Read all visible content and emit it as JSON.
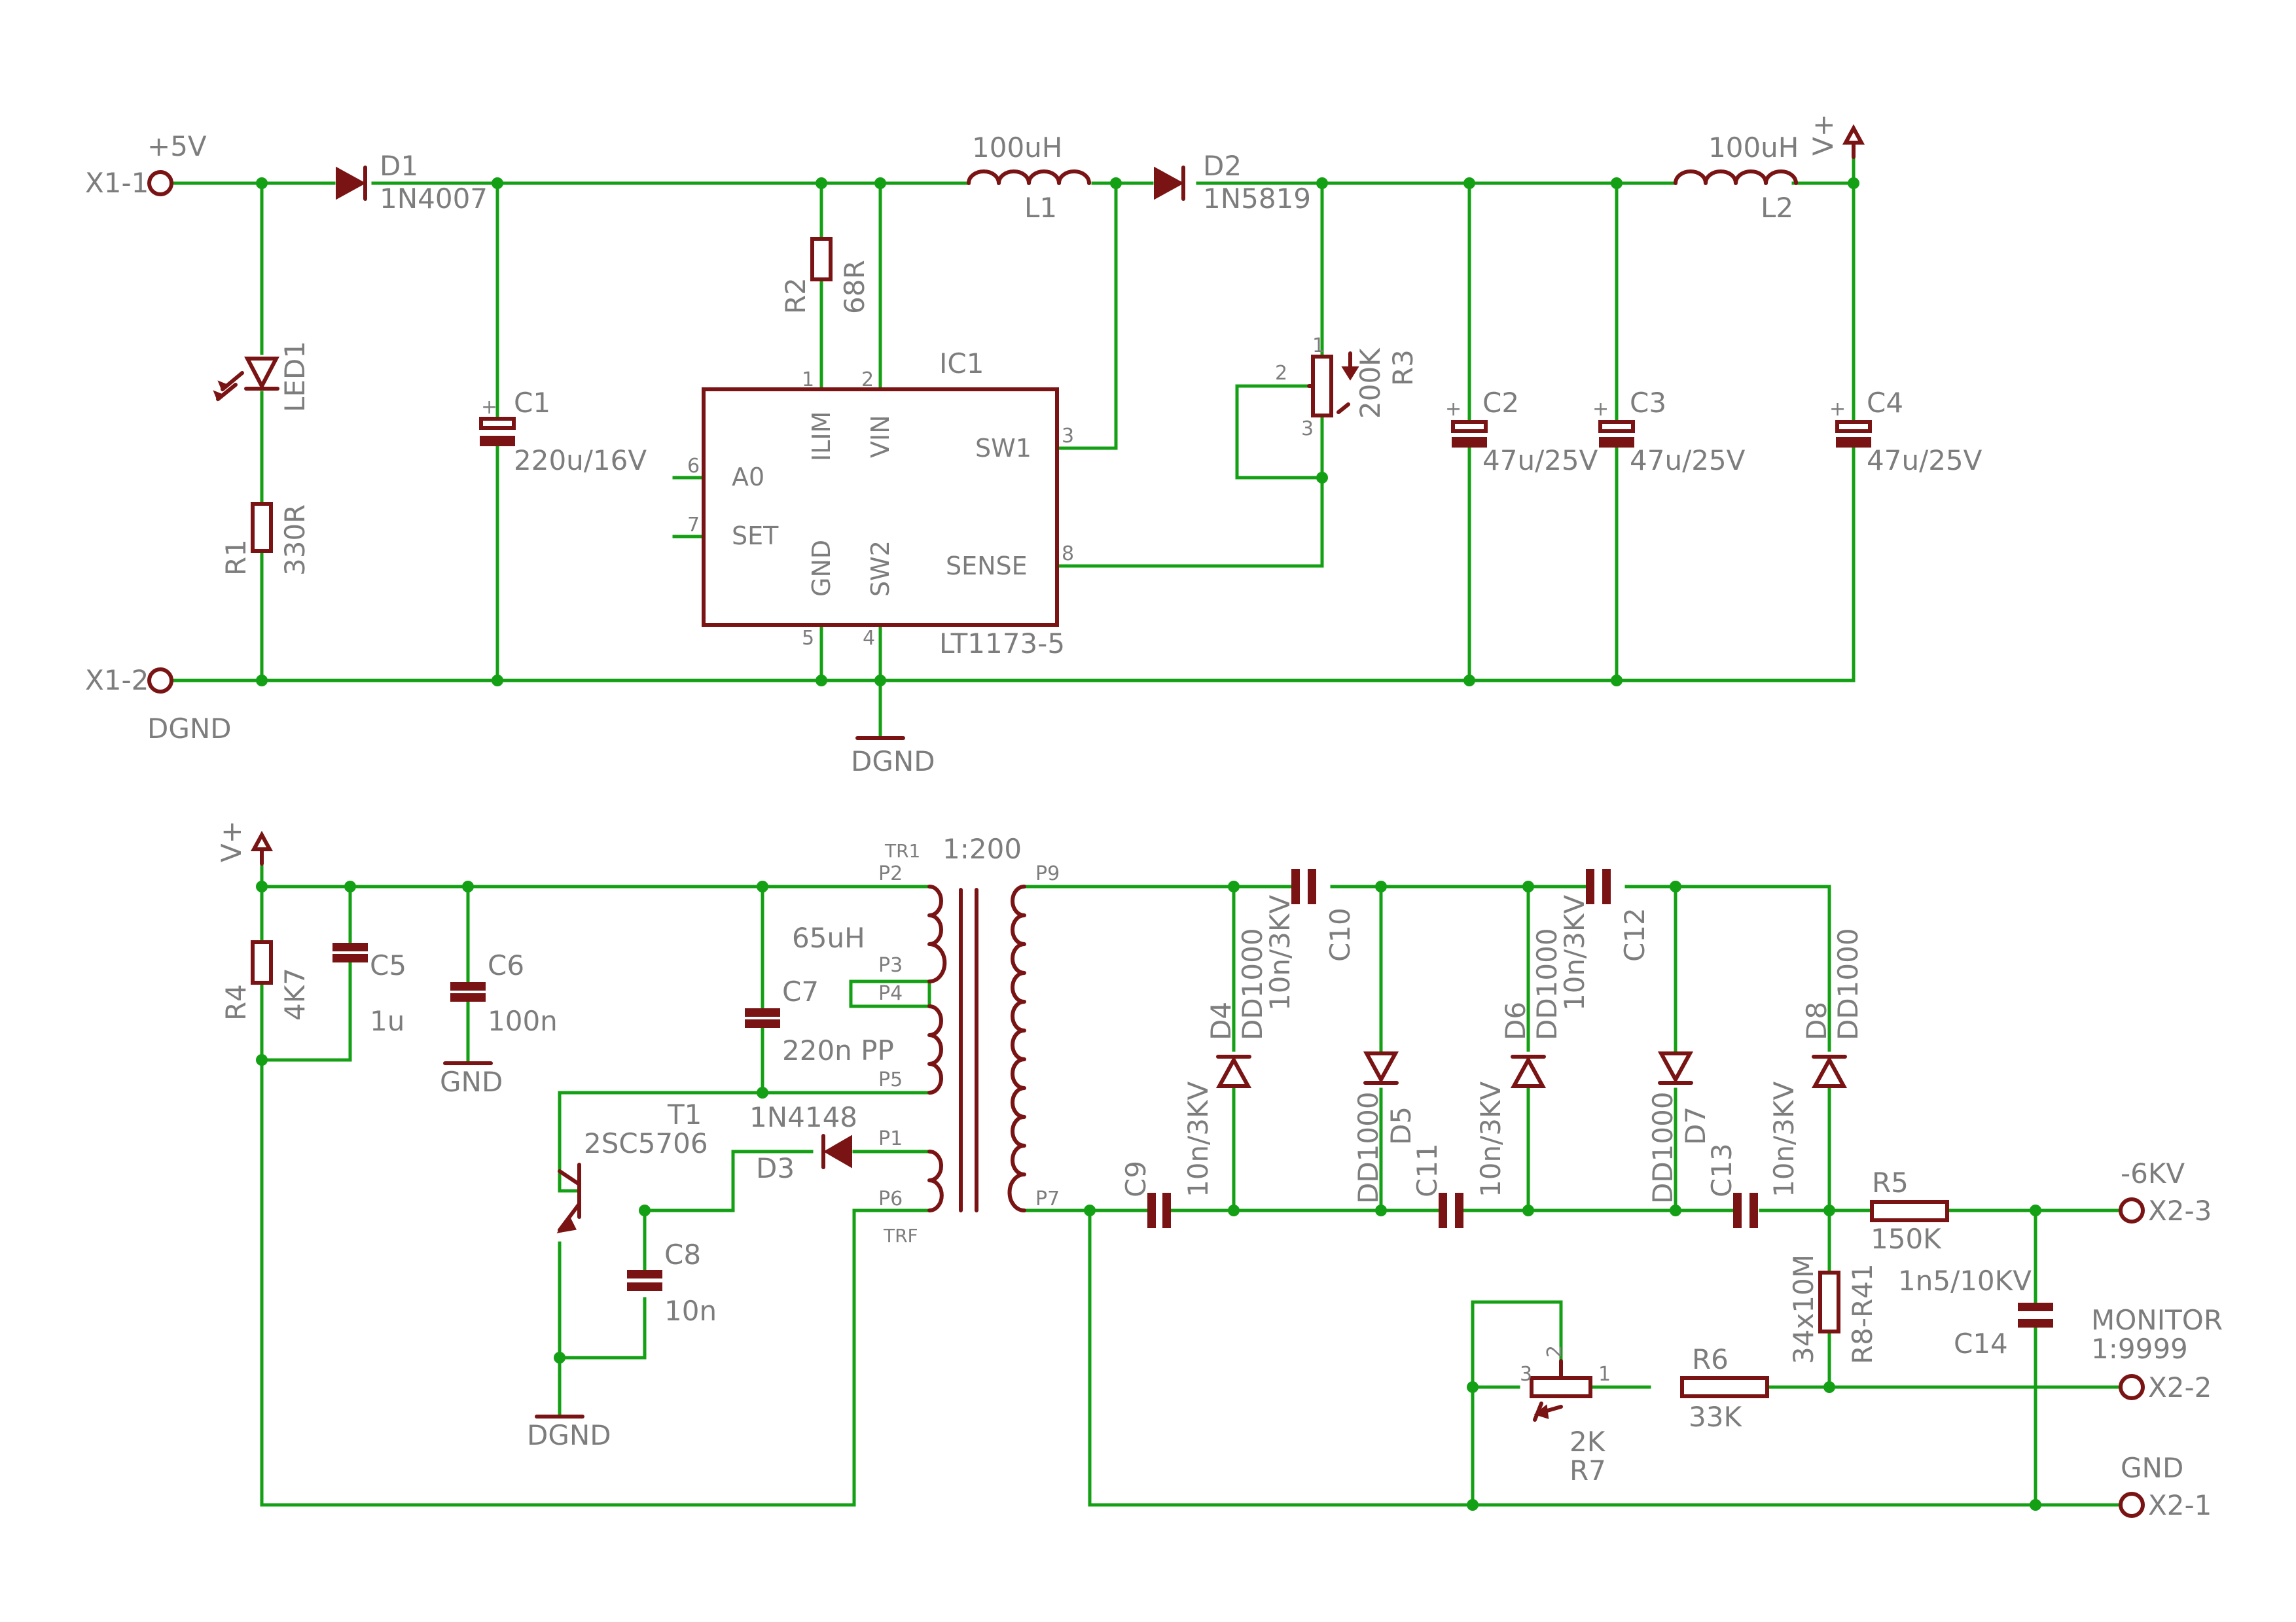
{
  "labels": {
    "x1_1": "X1-1",
    "x1_2": "X1-2",
    "plus5v": "+5V",
    "dgnd1": "DGND",
    "d1": "D1",
    "d1_val": "1N4007",
    "led1": "LED1",
    "r1": "R1",
    "r1_val": "330R",
    "c1": "C1",
    "c1_val": "220u/16V",
    "r2": "R2",
    "r2_val": "68R",
    "ic1": "IC1",
    "ic1_val": "LT1173-5",
    "pin_ilim": "ILIM",
    "pin_vin": "VIN",
    "pin_sw1": "SW1",
    "pin_a0": "A0",
    "pin_set": "SET",
    "pin_gnd": "GND",
    "pin_sw2": "SW2",
    "pin_sense": "SENSE",
    "n1": "1",
    "n2": "2",
    "n3": "3",
    "n4": "4",
    "n5": "5",
    "n6": "6",
    "n7": "7",
    "n8": "8",
    "dgnd2": "DGND",
    "l1_val": "100uH",
    "l1": "L1",
    "d2": "D2",
    "d2_val": "1N5819",
    "r3_val": "200K",
    "r3": "R3",
    "r3_p1": "1",
    "r3_p2": "2",
    "r3_p3": "3",
    "c2": "C2",
    "c2_val": "47u/25V",
    "c3": "C3",
    "c3_val": "47u/25V",
    "l2_val": "100uH",
    "l2": "L2",
    "vplus1": "V+",
    "c4": "C4",
    "c4_val": "47u/25V",
    "vplus2": "V+",
    "r4": "R4",
    "r4_val": "4K7",
    "c5": "C5",
    "c5_val": "1u",
    "c6": "C6",
    "c6_val": "100n",
    "gnd1": "GND",
    "c7": "C7",
    "c7_val": "220n PP",
    "t1": "T1",
    "t1_val": "2SC5706",
    "c8": "C8",
    "c8_val": "10n",
    "dgnd3": "DGND",
    "d3": "D3",
    "d3_val": "1N4148",
    "tr1": "TR1",
    "trf": "TRF",
    "ratio": "1:200",
    "lp": "65uH",
    "p1": "P1",
    "p2": "P2",
    "p3": "P3",
    "p4": "P4",
    "p5": "P5",
    "p6": "P6",
    "p7": "P7",
    "p9": "P9",
    "c9": "C9",
    "c9_val": "10n/3KV",
    "d4": "D4",
    "d4_val": "DD1000",
    "c10": "C10",
    "c10_val": "10n/3KV",
    "d5": "D5",
    "d5_val": "DD1000",
    "c11": "C11",
    "c11_val": "10n/3KV",
    "d6": "D6",
    "d6_val": "DD1000",
    "c12": "C12",
    "c12_val": "10n/3KV",
    "d7": "D7",
    "d7_val": "DD1000",
    "c13": "C13",
    "c13_val": "10n/3KV",
    "d8": "D8",
    "d8_val": "DD1000",
    "r5": "R5",
    "r5_val": "150K",
    "r8": "R8-R41",
    "r8_val": "34x10M",
    "r6": "R6",
    "r6_val": "33K",
    "r7": "R7",
    "r7_val": "2K",
    "r7_p1": "1",
    "r7_p2": "2",
    "r7_p3": "3",
    "c14": "C14",
    "c14_val": "1n5/10KV",
    "minus6kv": "-6KV",
    "x2_3": "X2-3",
    "monitor": "MONITOR",
    "monitor_ratio": "1:9999",
    "x2_2": "X2-2",
    "gnd2": "GND",
    "x2_1": "X2-1"
  },
  "colors": {
    "wire": "#14a014",
    "part": "#7a1414",
    "text": "#7d7d7d",
    "background": "#ffffff"
  }
}
